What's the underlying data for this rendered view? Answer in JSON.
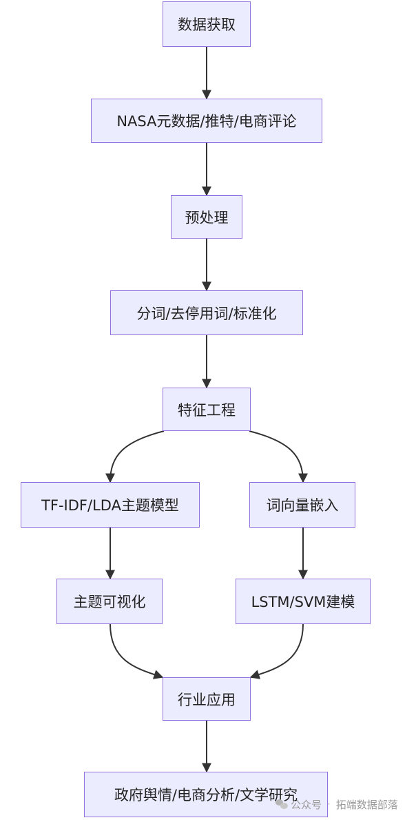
{
  "nodes": {
    "data_acquisition": "数据获取",
    "sources": "NASA元数据/推特/电商评论",
    "preprocessing": "预处理",
    "tokenize": "分词/去停用词/标准化",
    "feature_engineering": "特征工程",
    "topic_model": "TF-IDF/LDA主题模型",
    "word_embedding": "词向量嵌入",
    "topic_viz": "主题可视化",
    "lstm_svm": "LSTM/SVM建模",
    "industry_app": "行业应用",
    "applications": "政府舆情/电商分析/文学研究"
  },
  "edges": [
    [
      "data_acquisition",
      "sources"
    ],
    [
      "sources",
      "preprocessing"
    ],
    [
      "preprocessing",
      "tokenize"
    ],
    [
      "tokenize",
      "feature_engineering"
    ],
    [
      "feature_engineering",
      "topic_model"
    ],
    [
      "feature_engineering",
      "word_embedding"
    ],
    [
      "topic_model",
      "topic_viz"
    ],
    [
      "word_embedding",
      "lstm_svm"
    ],
    [
      "topic_viz",
      "industry_app"
    ],
    [
      "lstm_svm",
      "industry_app"
    ],
    [
      "industry_app",
      "applications"
    ]
  ],
  "watermark": {
    "account_type": "公众号",
    "separator": "·",
    "account_name": "拓端数据部落"
  },
  "colors": {
    "node_fill": "#ececff",
    "node_border": "#9370db",
    "edge": "#333333"
  }
}
